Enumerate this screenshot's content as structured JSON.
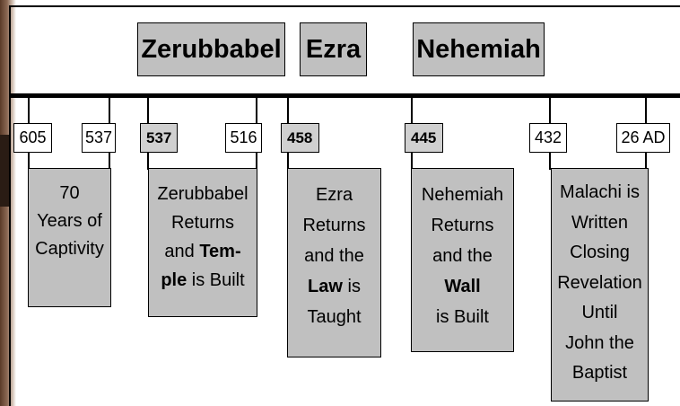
{
  "leaders": [
    "Zerubbabel",
    "Ezra",
    "Nehemiah"
  ],
  "dates": {
    "d605": "605",
    "d537a": "537",
    "d537b": "537",
    "d516": "516",
    "d458": "458",
    "d445": "445",
    "d432": "432",
    "d26ad": "26 AD"
  },
  "captivity": {
    "l1": "70",
    "l2": "Years of",
    "l3": "Captivity"
  },
  "zerubbabel_event": {
    "l1": "Zerubbabel",
    "l2": "Returns",
    "l3a": "and ",
    "l3b": "Tem-",
    "l4a": "ple",
    "l4b": " is Built"
  },
  "ezra_event": {
    "l1": "Ezra",
    "l2": "Returns",
    "l3": "and the",
    "l4a": "Law",
    "l4b": " is",
    "l5": "Taught"
  },
  "nehemiah_event": {
    "l1": "Nehemiah",
    "l2": "Returns",
    "l3": "and the",
    "l4": "Wall",
    "l5": "is Built"
  },
  "malachi_event": {
    "l1": "Malachi is",
    "l2": "Written",
    "l3": "Closing",
    "l4": "Revelation",
    "l5": "Until",
    "l6": "John the",
    "l7": "Baptist"
  }
}
